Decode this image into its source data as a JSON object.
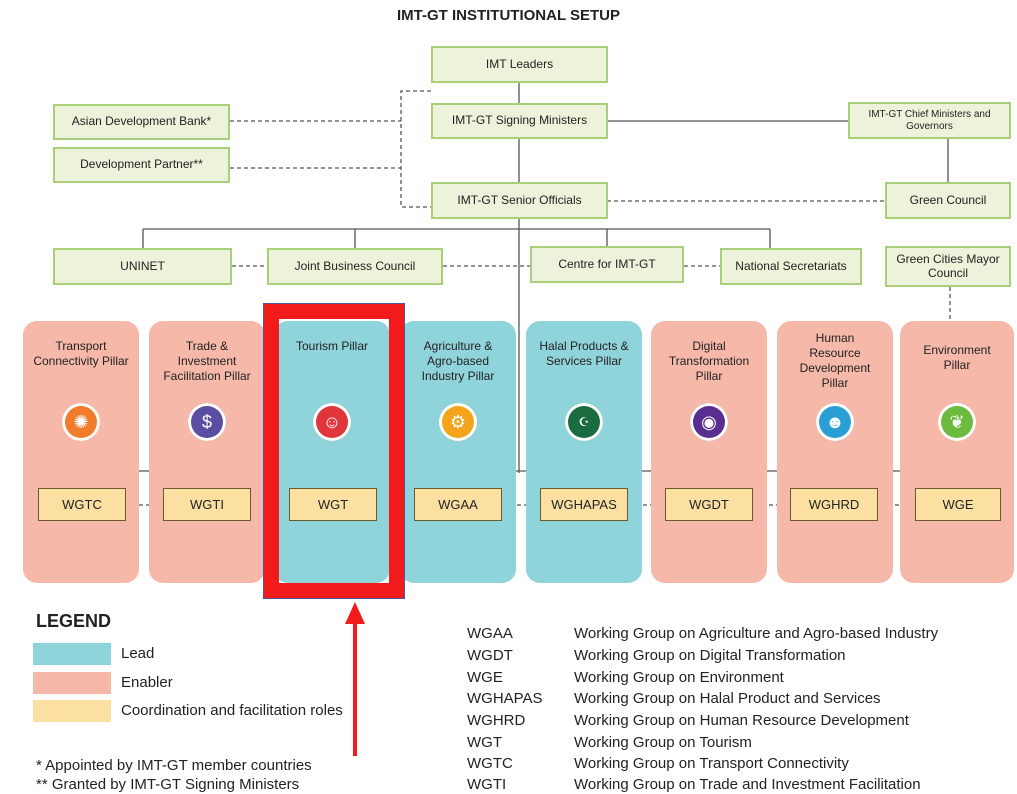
{
  "title": "IMT-GT INSTITUTIONAL SETUP",
  "top_nodes": {
    "leaders": "IMT Leaders",
    "ministers": "IMT-GT Signing Ministers",
    "adb": "Asian Development Bank*",
    "dev_partner": "Development Partner**",
    "chief_ministers": "IMT-GT Chief Ministers and Governors",
    "senior_officials": "IMT-GT Senior Officials",
    "green_council": "Green Council",
    "uninet": "UNINET",
    "jbc": "Joint Business Council",
    "centre": "Centre for IMT-GT",
    "national_sec": "National Secretariats",
    "green_cities": "Green Cities Mayor Council"
  },
  "pillars": [
    {
      "name": "Transport Connectivity Pillar",
      "role": "Enabler",
      "icon": "network-icon",
      "color": "#f07c2c",
      "wg": "WGTC"
    },
    {
      "name": "Trade & Investment Facilitation Pillar",
      "role": "Enabler",
      "icon": "trade-icon",
      "color": "#5a4ea3",
      "wg": "WGTI"
    },
    {
      "name": "Tourism Pillar",
      "role": "Lead",
      "icon": "tourism-icon",
      "color": "#e0363b",
      "wg": "WGT"
    },
    {
      "name": "Agriculture & Agro-based Industry Pillar",
      "role": "Lead",
      "icon": "tractor-icon",
      "color": "#f3a41b",
      "wg": "WGAA"
    },
    {
      "name": "Halal Products & Services Pillar",
      "role": "Lead",
      "icon": "halal-icon",
      "color": "#1b6b40",
      "wg": "WGHAPAS"
    },
    {
      "name": "Digital Transformation Pillar",
      "role": "Enabler",
      "icon": "digital-icon",
      "color": "#5a2d91",
      "wg": "WGDT"
    },
    {
      "name": "Human Resource Development Pillar",
      "role": "Enabler",
      "icon": "people-icon",
      "color": "#2a9fd6",
      "wg": "WGHRD"
    },
    {
      "name": "Environment Pillar",
      "role": "Enabler",
      "icon": "leaf-icon",
      "color": "#6dbb3e",
      "wg": "WGE"
    }
  ],
  "legend": {
    "title": "LEGEND",
    "items": [
      {
        "label": "Lead",
        "color": "#8fd3db"
      },
      {
        "label": "Enabler",
        "color": "#f6b8a9"
      },
      {
        "label": "Coordination and facilitation roles",
        "color": "#fbe0a2"
      }
    ]
  },
  "notes": [
    "* Appointed by IMT-GT member countries",
    "** Granted by IMT-GT Signing Ministers"
  ],
  "abbreviations": [
    {
      "abbr": "WGAA",
      "def": "Working Group on Agriculture and Agro-based Industry"
    },
    {
      "abbr": "WGDT",
      "def": "Working Group on Digital Transformation"
    },
    {
      "abbr": "WGE",
      "def": "Working Group on Environment"
    },
    {
      "abbr": "WGHAPAS",
      "def": "Working Group on Halal Product and Services"
    },
    {
      "abbr": "WGHRD",
      "def": "Working Group on Human Resource Development"
    },
    {
      "abbr": "WGT",
      "def": "Working Group on Tourism"
    },
    {
      "abbr": "WGTC",
      "def": "Working Group on Transport Connectivity"
    },
    {
      "abbr": "WGTI",
      "def": "Working Group on Trade and Investment Facilitation"
    }
  ],
  "highlight": {
    "pillar": "Tourism Pillar",
    "color": "#f21a1a"
  }
}
